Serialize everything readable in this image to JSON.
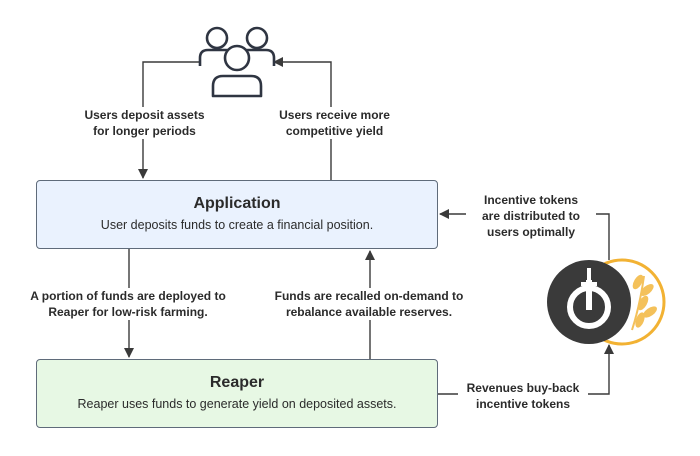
{
  "application": {
    "title": "Application",
    "subtitle": "User deposits funds to create a financial position."
  },
  "reaper": {
    "title": "Reaper",
    "subtitle": "Reaper uses funds to generate yield on deposited assets."
  },
  "labels": {
    "deposit": "Users deposit assets\nfor longer periods",
    "receive": "Users receive more\ncompetitive yield",
    "portion": "A portion of funds are deployed to\nReaper for low-risk farming.",
    "recall": "Funds are recalled on-demand to\nrebalance available reserves.",
    "incentive": "Incentive tokens\nare distributed to\nusers optimally",
    "revenues": "Revenues buy-back\nincentive tokens"
  },
  "icons": {
    "users": "users-group-icon",
    "token": "reaper-token-icon",
    "wheat": "wheat-icon"
  },
  "colors": {
    "application_fill": "#eaf2fe",
    "reaper_fill": "#e7f8e4",
    "token_dark": "#3a3a3a",
    "token_gold": "#f2b233"
  }
}
